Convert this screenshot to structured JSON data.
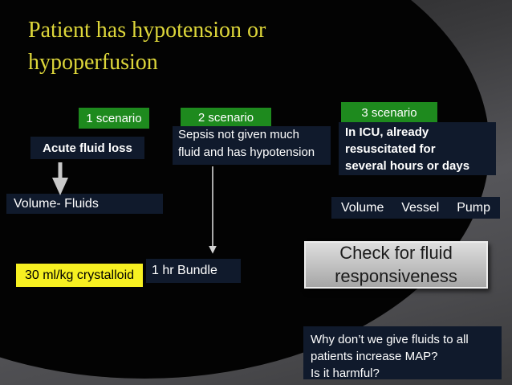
{
  "title": {
    "line1": "Patient has hypotension or",
    "line2": "hypoperfusion"
  },
  "scenarios": [
    {
      "tag": "1 scenario",
      "detail": "Acute fluid loss",
      "outcome": "Volume- Fluids",
      "action": "30 ml/kg crystalloid"
    },
    {
      "tag": "2 scenario",
      "detail": "Sepsis not given much\nfluid and has hypotension",
      "action": "1 hr Bundle"
    },
    {
      "tag": "3  scenario",
      "detail": "In ICU, already\nresuscitated for\nseveral hours or days",
      "outcome": {
        "volume": "Volume",
        "vessel": "Vessel",
        "pump": "Pump"
      },
      "action": "Check for fluid\nresponsiveness"
    }
  ],
  "footnote": "Why don’t we give fluids to all\npatients increase MAP?\nIs it harmful?",
  "colors": {
    "title_yellow": "#ddd63a",
    "scenario_green": "#1e8a1e",
    "box_navy": "#101a2c",
    "highlight_yellow": "#f7f021",
    "button_gray_top": "#dedede",
    "button_gray_bottom": "#a6a6a6",
    "background_black": "#030303",
    "background_gray": "#56565a",
    "arrow_gray": "#c9c9c9"
  }
}
